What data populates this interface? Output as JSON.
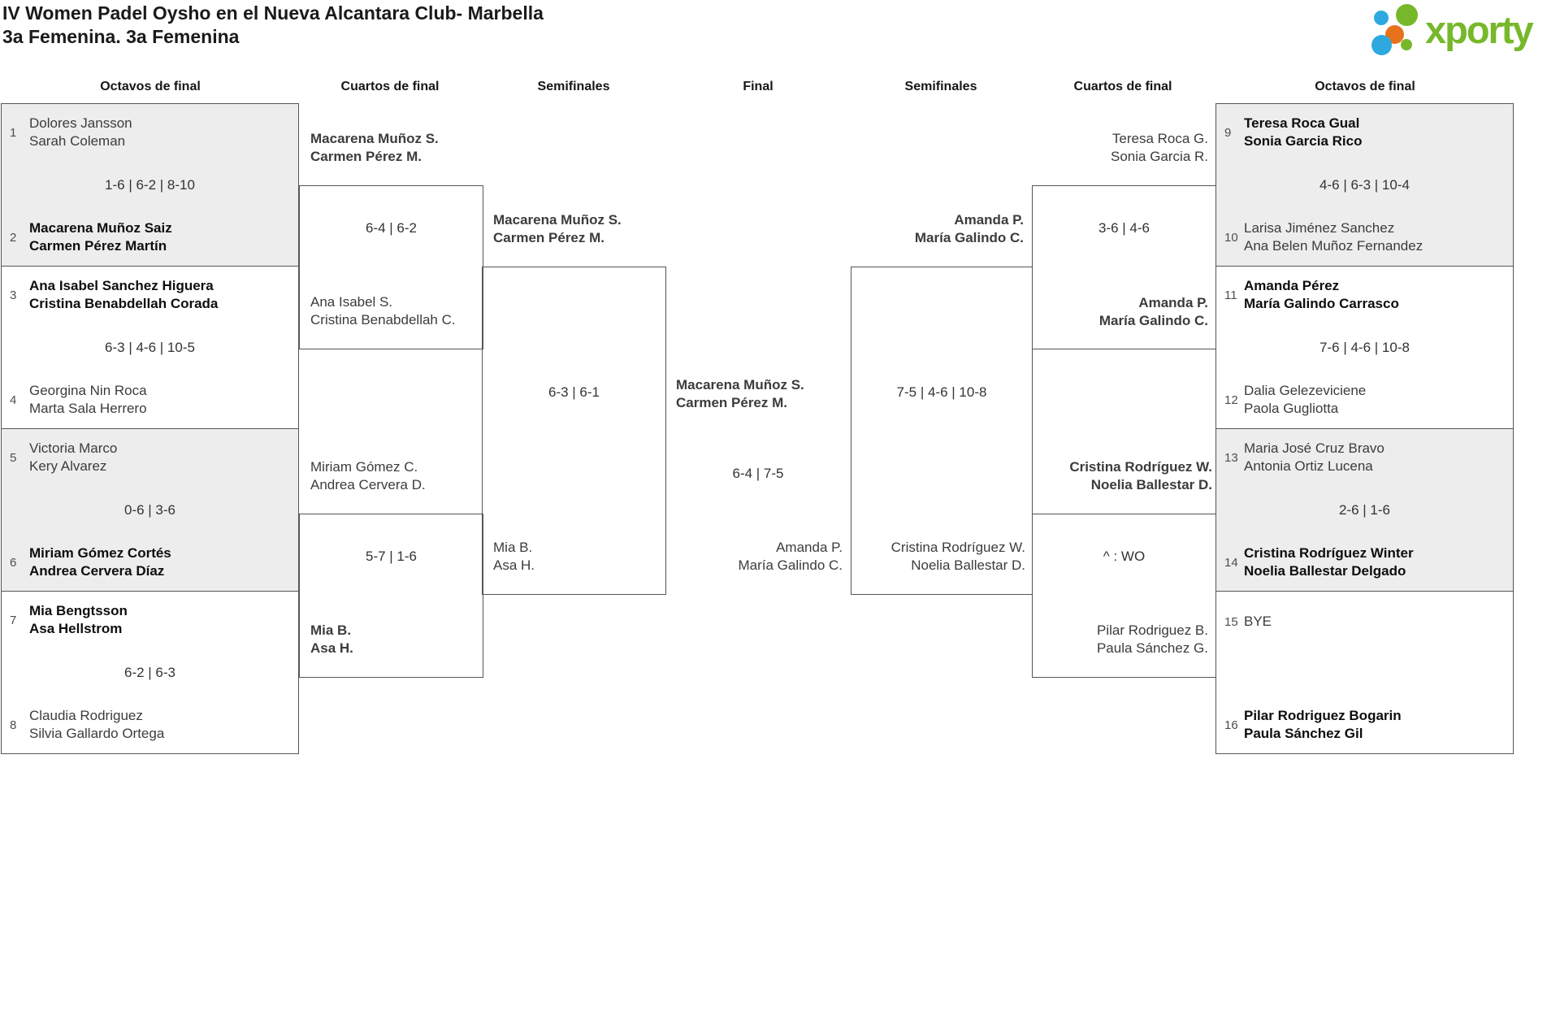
{
  "title": {
    "line1": "IV Women Padel Oysho en el Nueva Alcantara Club- Marbella",
    "line2": "3a Femenina. 3a Femenina"
  },
  "logo": {
    "text": "xporty"
  },
  "colors": {
    "logo_green": "#76b82a",
    "logo_blue": "#2ea9e0",
    "logo_orange": "#e8721c",
    "grey_box": "#ededed",
    "line": "#565656"
  },
  "headers": {
    "octavos_left": "Octavos de final",
    "cuartos_left": "Cuartos de final",
    "semis_left": "Semifinales",
    "final": "Final",
    "semis_right": "Semifinales",
    "cuartos_right": "Cuartos de final",
    "octavos_right": "Octavos de final"
  },
  "octavos_left": [
    {
      "top_seed": "1",
      "top_name1": "Dolores Jansson",
      "top_name2": "Sarah Coleman",
      "score": "1-6 | 6-2 | 8-10",
      "bottom_seed": "2",
      "bottom_name1": "Macarena Muñoz Saiz",
      "bottom_name2": "Carmen Pérez Martín"
    },
    {
      "top_seed": "3",
      "top_name1": "Ana Isabel Sanchez Higuera",
      "top_name2": "Cristina Benabdellah Corada",
      "score": "6-3 | 4-6 | 10-5",
      "bottom_seed": "4",
      "bottom_name1": "Georgina Nin Roca",
      "bottom_name2": "Marta Sala Herrero"
    },
    {
      "top_seed": "5",
      "top_name1": "Victoria Marco",
      "top_name2": "Kery Alvarez",
      "score": "0-6 | 3-6",
      "bottom_seed": "6",
      "bottom_name1": "Miriam Gómez Cortés",
      "bottom_name2": "Andrea Cervera Díaz"
    },
    {
      "top_seed": "7",
      "top_name1": "Mia Bengtsson",
      "top_name2": "Asa Hellstrom",
      "score": "6-2 | 6-3",
      "bottom_seed": "8",
      "bottom_name1": "Claudia Rodriguez",
      "bottom_name2": "Silvia Gallardo Ortega"
    }
  ],
  "octavos_right": [
    {
      "top_seed": "9",
      "top_name1": "Teresa Roca Gual",
      "top_name2": "Sonia Garcia Rico",
      "score": "4-6 | 6-3 | 10-4",
      "bottom_seed": "10",
      "bottom_name1": "Larisa Jiménez Sanchez",
      "bottom_name2": "Ana Belen Muñoz Fernandez"
    },
    {
      "top_seed": "11",
      "top_name1": "Amanda Pérez",
      "top_name2": "María Galindo Carrasco",
      "score": "7-6 | 4-6 | 10-8",
      "bottom_seed": "12",
      "bottom_name1": "Dalia Gelezeviciene",
      "bottom_name2": "Paola Gugliotta"
    },
    {
      "top_seed": "13",
      "top_name1": "Maria José Cruz Bravo",
      "top_name2": "Antonia Ortiz Lucena",
      "score": "2-6 | 1-6",
      "bottom_seed": "14",
      "bottom_name1": "Cristina Rodríguez Winter",
      "bottom_name2": "Noelia Ballestar Delgado"
    },
    {
      "top_seed": "15",
      "top_name1": "BYE",
      "top_name2": "",
      "score": "",
      "bottom_seed": "16",
      "bottom_name1": "Pilar Rodriguez Bogarin",
      "bottom_name2": "Paula Sánchez Gil"
    }
  ],
  "cuartos_left": [
    {
      "top_name1": "Macarena Muñoz S.",
      "top_name2": "Carmen Pérez M.",
      "score": "6-4 | 6-2",
      "bottom_name1": "Ana Isabel S.",
      "bottom_name2": "Cristina Benabdellah C."
    },
    {
      "top_name1": "Miriam Gómez C.",
      "top_name2": "Andrea Cervera D.",
      "score": "5-7 | 1-6",
      "bottom_name1": "Mia B.",
      "bottom_name2": "Asa H."
    }
  ],
  "cuartos_right": [
    {
      "top_name1": "Teresa Roca G.",
      "top_name2": "Sonia Garcia R.",
      "score": "3-6 | 4-6",
      "bottom_name1": "Amanda P.",
      "bottom_name2": "María Galindo C."
    },
    {
      "top_name1": "Cristina Rodríguez W.",
      "top_name2": "Noelia Ballestar D.",
      "score": "^ : WO",
      "bottom_name1": "Pilar Rodriguez B.",
      "bottom_name2": "Paula Sánchez G."
    }
  ],
  "semifinal_left": {
    "top_name1": "Macarena Muñoz S.",
    "top_name2": "Carmen Pérez M.",
    "score": "6-3 | 6-1",
    "bottom_name1": "Mia B.",
    "bottom_name2": "Asa H."
  },
  "semifinal_right": {
    "top_name1": "Amanda P.",
    "top_name2": "María Galindo C.",
    "score": "7-5 | 4-6 | 10-8",
    "bottom_name1": "Cristina Rodríguez W.",
    "bottom_name2": "Noelia Ballestar D."
  },
  "final": {
    "top_name1": "Macarena Muñoz S.",
    "top_name2": "Carmen Pérez M.",
    "score": "6-4 | 7-5",
    "bottom_name1": "Amanda P.",
    "bottom_name2": "María Galindo C."
  }
}
